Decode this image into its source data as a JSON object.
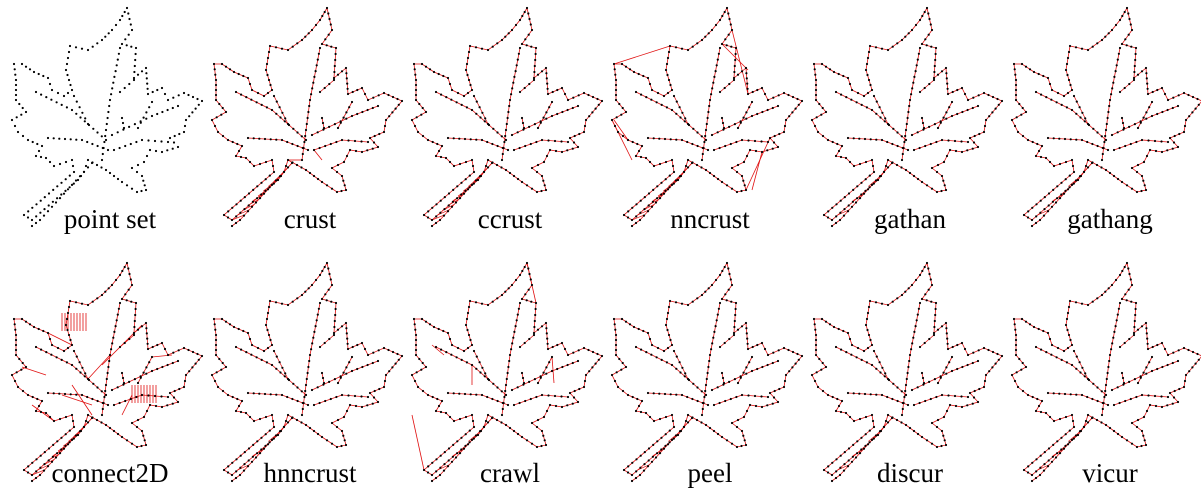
{
  "figure": {
    "panels": [
      {
        "id": "point-set",
        "label": "point set",
        "style": "points"
      },
      {
        "id": "crust",
        "label": "crust",
        "style": "crust"
      },
      {
        "id": "ccrust",
        "label": "ccrust",
        "style": "ccrust"
      },
      {
        "id": "nncrust",
        "label": "nncrust",
        "style": "nncrust"
      },
      {
        "id": "gathan",
        "label": "gathan",
        "style": "clean"
      },
      {
        "id": "gathang",
        "label": "gathang",
        "style": "clean"
      },
      {
        "id": "connect2d",
        "label": "connect2D",
        "style": "connect2d"
      },
      {
        "id": "hnncrust",
        "label": "hnncrust",
        "style": "clean"
      },
      {
        "id": "crawl",
        "label": "crawl",
        "style": "crawl"
      },
      {
        "id": "peel",
        "label": "peel",
        "style": "clean"
      },
      {
        "id": "discur",
        "label": "discur",
        "style": "clean"
      },
      {
        "id": "vicur",
        "label": "vicur",
        "style": "clean"
      }
    ],
    "colors": {
      "point": "#000000",
      "edge": "#e01010"
    }
  }
}
